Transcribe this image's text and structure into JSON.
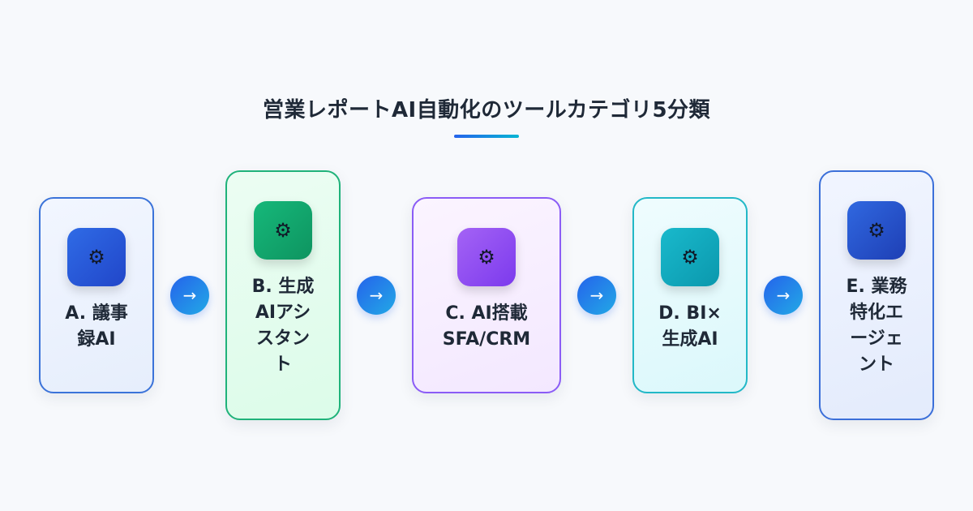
{
  "title": "営業レポートAI自動化のツールカテゴリ5分類",
  "cards": [
    {
      "id": "a",
      "icon": "gear-icon",
      "lines": [
        "A. 議事",
        "録AI"
      ],
      "accent": "#3b73d9"
    },
    {
      "id": "b",
      "icon": "gear-icon",
      "lines": [
        "B. 生成",
        "AIアシ",
        "スタン",
        "ト"
      ],
      "accent": "#1fb27a"
    },
    {
      "id": "c",
      "icon": "gear-icon",
      "lines": [
        "C. AI搭載",
        "SFA/CRM"
      ],
      "accent": "#8b5cf6"
    },
    {
      "id": "d",
      "icon": "gear-icon",
      "lines": [
        "D. BI×",
        "生成AI"
      ],
      "accent": "#22b8c7"
    },
    {
      "id": "e",
      "icon": "gear-icon",
      "lines": [
        "E. 業務",
        "特化エ",
        "ージェ",
        "ント"
      ],
      "accent": "#3b6fd9"
    }
  ],
  "icons": {
    "gear": "⚙",
    "arrow": "→"
  }
}
